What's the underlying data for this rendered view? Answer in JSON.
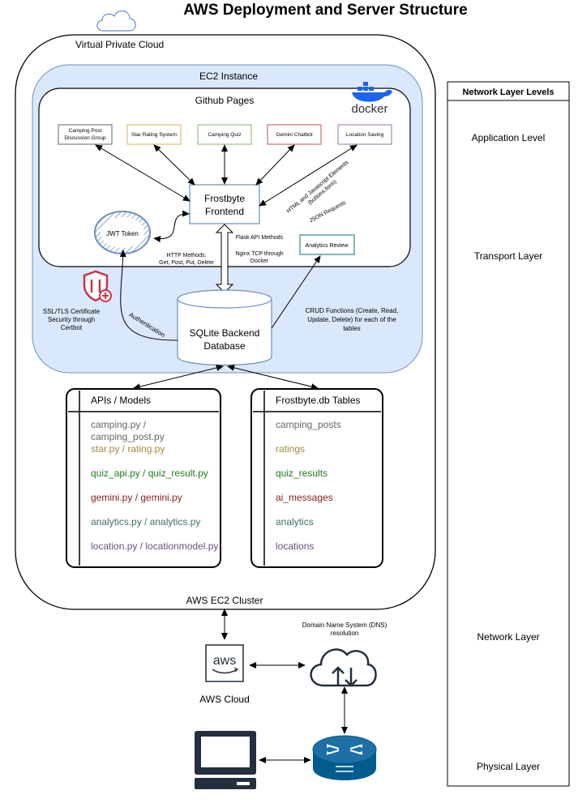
{
  "title": "AWS Deployment and Server Structure",
  "vpc": {
    "label": "Virtual Private Cloud",
    "bottom_label": "AWS EC2 Cluster"
  },
  "ec2": {
    "label": "EC2 Instance",
    "docker_label": "docker"
  },
  "github_pages": {
    "label": "Github Pages",
    "features": [
      {
        "label": "Camping Post Discussion Group",
        "lines": [
          "Camping Post",
          "Discussion Group"
        ],
        "color": "#666666"
      },
      {
        "label": "Star Rating System",
        "lines": [
          "Star Rating System"
        ],
        "color": "#d6b656"
      },
      {
        "label": "Camping Quiz",
        "lines": [
          "Camping Quiz"
        ],
        "color": "#82b366"
      },
      {
        "label": "Gemini Chatbot",
        "lines": [
          "Gemini Chatbot"
        ],
        "color": "#b85450"
      },
      {
        "label": "Location Saving",
        "lines": [
          "Location Saving"
        ],
        "color": "#9673a6"
      }
    ],
    "frontend": {
      "line1": "Frostbyte",
      "line2": "Frontend"
    },
    "jwt": "JWT Token",
    "analytics_review": "Analytics Review",
    "http_methods": {
      "line1": "HTTP Methods:",
      "line2": "Get, Post, Put, Delete"
    },
    "flask": "Flask API Methods",
    "nginx": {
      "line1": "Nginx TCP through",
      "line2": "Docker"
    },
    "html_js": {
      "line1": "HTML and Javascript Elements",
      "line2": "(buttons,form)"
    },
    "json": "JSON Requests"
  },
  "ssl": {
    "line1": "SSL/TLS Certificate",
    "line2": "Security through",
    "line3": "Certbot"
  },
  "authentication": "Authentication",
  "backend": {
    "line1": "SQLite Backend",
    "line2": "Database"
  },
  "crud": {
    "line1": "CRUD Functions (Create, Read,",
    "line2": "Update, Delete) for each of the",
    "line3": "tables"
  },
  "apis": {
    "title": "APIs / Models",
    "items": [
      {
        "line1": "camping.py /",
        "line2": "camping_post.py",
        "color": "#666666"
      },
      {
        "line1": "star.py / rating.py",
        "color": "#a38b3e"
      },
      {
        "line1": "quiz_api.py / quiz_result.py",
        "color": "#1f7a1f"
      },
      {
        "line1": "gemini.py / gemini.py",
        "color": "#8b1a1a"
      },
      {
        "line1": "analytics.py / analytics.py",
        "color": "#3f6f6a"
      },
      {
        "line1": "location.py / locationmodel.py",
        "color": "#6a4f85"
      }
    ]
  },
  "tables": {
    "title": "Frostbyte.db Tables",
    "items": [
      {
        "label": "camping_posts",
        "color": "#666666"
      },
      {
        "label": "ratings",
        "color": "#a38b3e"
      },
      {
        "label": "quiz_results",
        "color": "#1f7a1f"
      },
      {
        "label": "ai_messages",
        "color": "#8b1a1a"
      },
      {
        "label": "analytics",
        "color": "#3f6f6a"
      },
      {
        "label": "locations",
        "color": "#6a4f85"
      }
    ]
  },
  "aws_cloud": {
    "logo": "aws",
    "label": "AWS Cloud"
  },
  "dns": {
    "line1": "Domain Name System (DNS)",
    "line2": "resolution"
  },
  "network_layers": {
    "title": "Network Layer Levels",
    "levels": [
      "Application Level",
      "Transport Layer",
      "Network Layer",
      "Physical Layer"
    ]
  },
  "colors": {
    "ec2_fill": "#dae8fc",
    "ec2_stroke": "#6c8ebf",
    "docker_blue": "#1d63ed",
    "router_blue": "#005b8f",
    "ssl_red": "#cc3344"
  }
}
